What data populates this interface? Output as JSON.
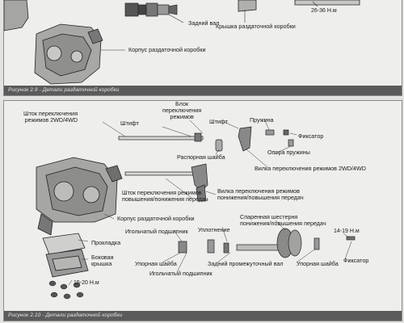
{
  "figure_top": {
    "caption": "Рисунок 2.9 - Детали раздаточной коробки",
    "labels": {
      "rear_shaft": "Задний вал",
      "cover": "Крышка раздаточной коробки",
      "torque_cover": "26-36 Н.м",
      "housing": "Корпус раздаточной коробки"
    }
  },
  "figure_bottom": {
    "caption": "Рисунок 2.10 - Детали раздаточной коробки",
    "labels": {
      "rod_2wd": "Шток переключения\nрежимов 2WD/4WD",
      "pin_left": "Штифт",
      "block": "Блок\nпереключения\nрежимов",
      "pin_right": "Штифт",
      "spring": "Пружина",
      "detent": "Фиксатор",
      "spacer": "Распорная шайба",
      "spring_seat": "Опора пружины",
      "fork_2wd": "Вилка переключения режимов 2WD/4WD",
      "rod_range": "Шток переключения режимов\nповышения/понижения передач",
      "fork_range": "Вилка переключения режимов\nпонижения/повышения передач",
      "housing": "Корпус раздаточной коробки",
      "needle_bearing_top": "Игольчатый подшипник",
      "seal": "Уплотнение",
      "twin_gear": "Спаренная шестерня\nпонижения/повышения передач",
      "torque_right": "14-19 Н.м",
      "gasket": "Прокладка",
      "side_cover": "Боковая\nкрышка",
      "thrust_washer_left": "Упорная шайба",
      "countershaft": "Задний промежуточный вал",
      "thrust_washer_right": "Упорная шайба",
      "detent_bottom": "Фиксатор",
      "torque_left": "15-20 Н.м",
      "needle_bearing_bottom": "Игольчатый подшипник"
    }
  }
}
